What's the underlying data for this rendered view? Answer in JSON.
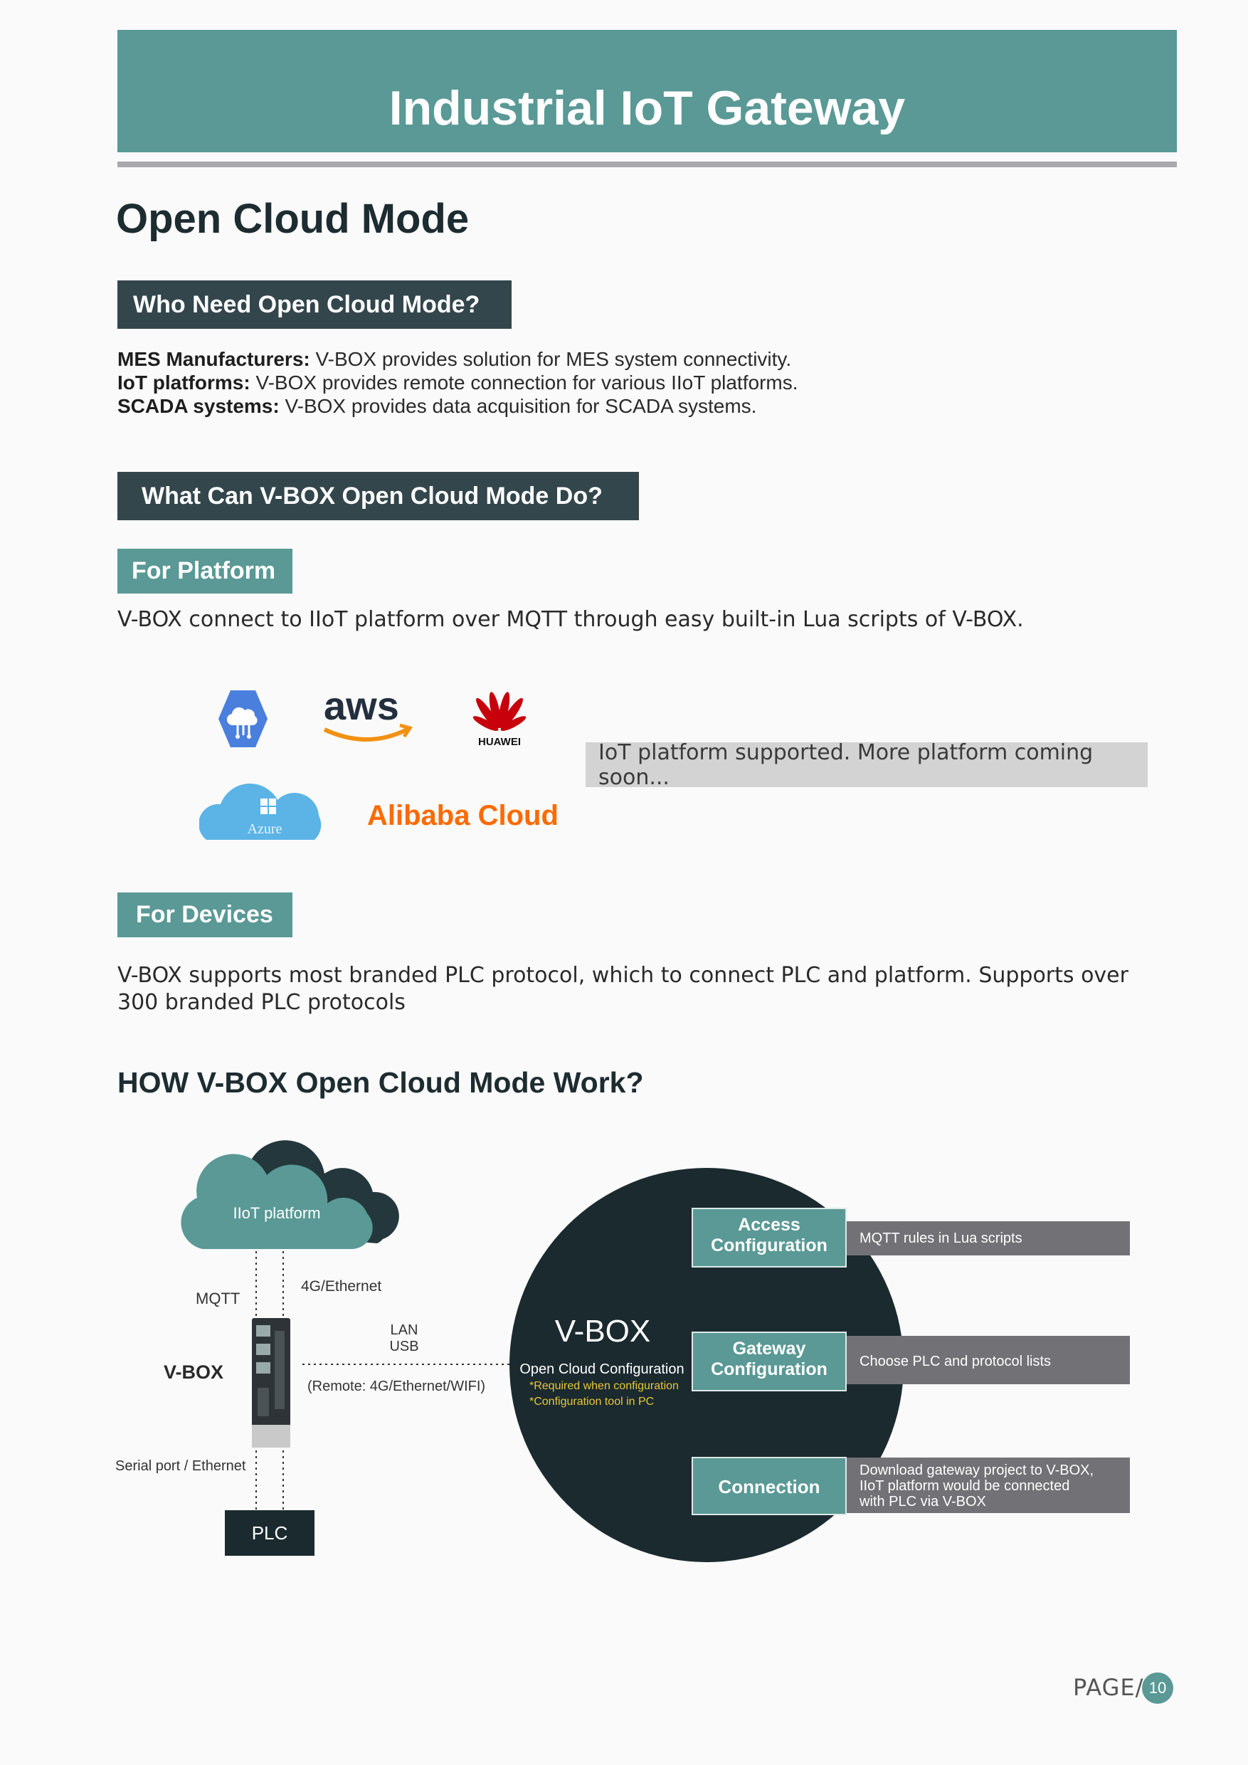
{
  "header": {
    "title": "Industrial IoT Gateway"
  },
  "page_title": "Open Cloud Mode",
  "who_section": {
    "heading": "Who Need Open Cloud Mode?",
    "lines": [
      {
        "bold": "MES Manufacturers:",
        "text": " V-BOX provides solution for MES system connectivity."
      },
      {
        "bold": "IoT platforms:",
        "text": " V-BOX provides remote connection for various IIoT platforms."
      },
      {
        "bold": "SCADA systems:",
        "text": " V-BOX provides data acquisition for SCADA systems."
      }
    ]
  },
  "what_section": {
    "heading": "What Can V-BOX Open Cloud Mode Do?"
  },
  "for_platform": {
    "heading": "For Platform",
    "text": "V-BOX connect to IIoT platform over MQTT through easy built-in Lua scripts of V-BOX.",
    "logos": {
      "gcp_icon": "cloud-iot-hexagon-icon",
      "aws": "aws",
      "huawei": "HUAWEI",
      "azure": "Azure",
      "alibaba": "Alibaba Cloud"
    },
    "supported_note": "IoT platform supported. More platform coming soon..."
  },
  "for_devices": {
    "heading": "For Devices",
    "text_line1": "V-BOX supports most branded PLC protocol, which to connect PLC and platform. Supports over",
    "text_line2": "300 branded PLC protocols"
  },
  "how_section": {
    "heading": "HOW V-BOX Open Cloud Mode Work?",
    "cloud_label": "IIoT platform",
    "mqtt_label": "MQTT",
    "net_label": "4G/Ethernet",
    "vbox_label": "V-BOX",
    "lan_label": "LAN",
    "usb_label": "USB",
    "remote_label": "(Remote:  4G/Ethernet/WIFI)",
    "serial_label": "Serial port / Ethernet",
    "plc_label": "PLC",
    "circle_title": "V-BOX",
    "circle_subtitle": "Open Cloud Configuration",
    "note1": "*Required when configuration",
    "note2": "*Configuration tool in PC",
    "steps": [
      {
        "title1": "Access",
        "title2": "Configuration",
        "desc": [
          "MQTT rules in Lua scripts"
        ]
      },
      {
        "title1": "Gateway",
        "title2": "Configuration",
        "desc": [
          "Choose PLC and protocol lists"
        ]
      },
      {
        "title1": "Connection",
        "title2": "",
        "desc": [
          "Download gateway project to V-BOX,",
          "IIoT platform would be connected",
          "with PLC via V-BOX"
        ]
      }
    ],
    "colors": {
      "teal": "#5a9995",
      "dark": "#1b2a2f",
      "gray_bar": "#717176",
      "note_yellow": "#e8c63a"
    }
  },
  "footer": {
    "page_word": "PAGE/",
    "page_number": "10"
  }
}
